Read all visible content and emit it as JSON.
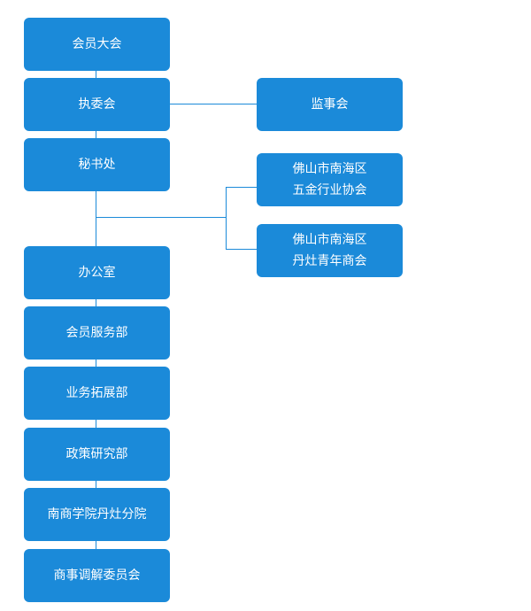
{
  "chart": {
    "colors": {
      "node_fill": "#1b8ad9",
      "connector": "#1b8ad9",
      "text": "#ffffff"
    },
    "nodes": {
      "general_assembly": "会员大会",
      "executive_committee": "执委会",
      "supervisory_board": "监事会",
      "secretariat": "秘书处",
      "hardware_association": [
        "佛山市南海区",
        "五金行业协会"
      ],
      "dan_zao_youth_chamber": [
        "佛山市南海区",
        "丹灶青年商会"
      ],
      "office": "办公室",
      "member_services": "会员服务部",
      "business_development": "业务拓展部",
      "policy_research": "政策研究部",
      "business_school_branch": "南商学院丹灶分院",
      "mediation_committee": "商事调解委员会"
    }
  }
}
